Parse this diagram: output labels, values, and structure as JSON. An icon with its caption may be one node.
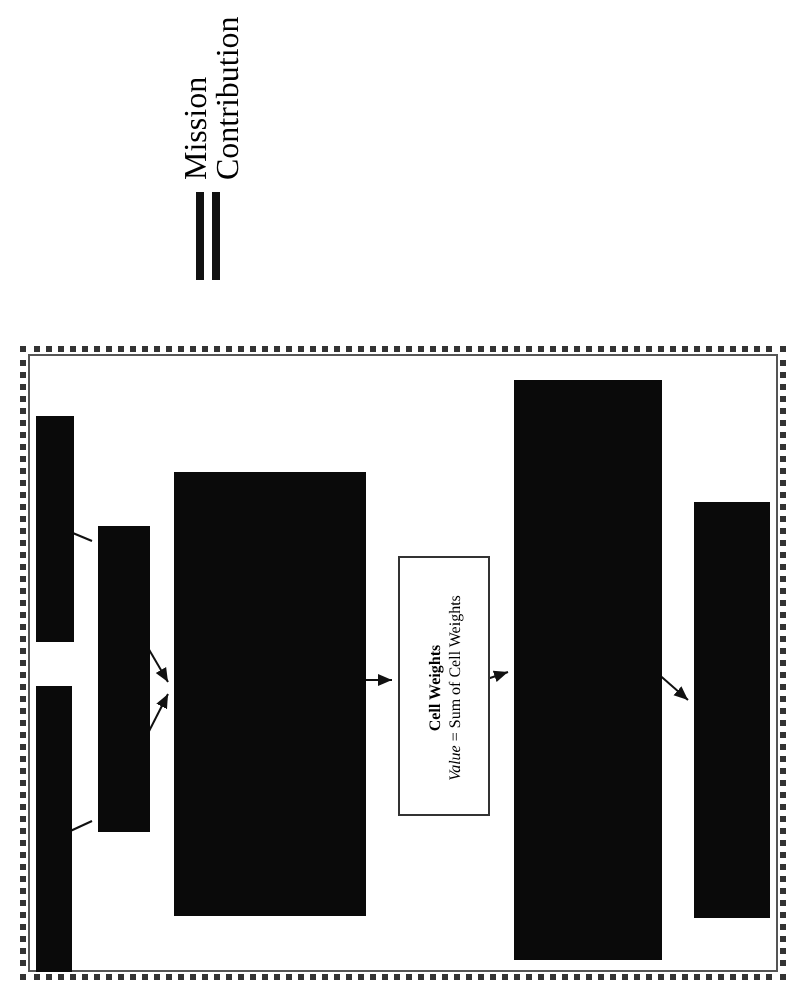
{
  "diagram": {
    "nodes": [
      {
        "text": [],
        "shape": "box"
      },
      {
        "text": [],
        "shape": "box",
        "in": 0
      },
      {
        "text": [],
        "shape": "box",
        "in": 0
      },
      {
        "text": [],
        "shape": "box",
        "in": 0
      },
      {
        "text": [],
        "shape": "box",
        "in": 0
      },
      {
        "text": [
          "Cell Weights",
          "*Value* = Sum of Cell Weights"
        ],
        "in": 0
      },
      {
        "text": [],
        "shape": "box",
        "in": 0
      },
      {
        "text": [],
        "shape": "box",
        "in": 0
      }
    ],
    "edges": [
      {
        "from": 1,
        "to": 3,
        "arrow": "none"
      },
      {
        "from": 2,
        "to": 3,
        "arrow": "none"
      },
      {
        "from": 3,
        "to": 4,
        "arrow": "to"
      },
      {
        "from": 3,
        "to": 4,
        "arrow": "to"
      },
      {
        "from": 4,
        "to": 5,
        "arrow": "to"
      },
      {
        "from": 5,
        "to": 6,
        "arrow": "to"
      },
      {
        "from": 6,
        "to": 7,
        "arrow": "to"
      }
    ],
    "legend": [
      {
        "text": "Mission"
      },
      {
        "text": "Contribution"
      }
    ]
  }
}
